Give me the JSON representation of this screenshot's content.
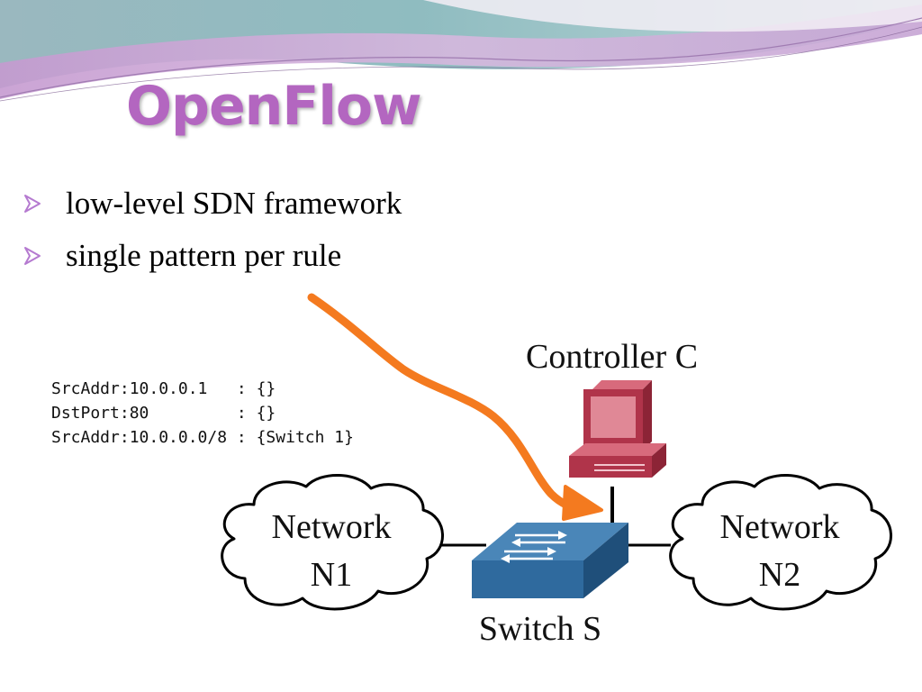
{
  "slide": {
    "title": "OpenFlow",
    "bullets": [
      {
        "text": "low-level SDN framework"
      },
      {
        "text": "single pattern per rule"
      }
    ]
  },
  "rules": [
    {
      "pattern": "SrcAddr:10.0.0.1  ",
      "sep": " : ",
      "action": "{}"
    },
    {
      "pattern": "DstPort:80        ",
      "sep": " : ",
      "action": "{}"
    },
    {
      "pattern": "SrcAddr:10.0.0.0/8",
      "sep": " : ",
      "action": "{Switch 1}"
    }
  ],
  "diagram": {
    "controller_label": "Controller C",
    "switch_label": "Switch S",
    "network_left": {
      "line1": "Network",
      "line2": "N1"
    },
    "network_right": {
      "line1": "Network",
      "line2": "N2"
    }
  },
  "colors": {
    "title": "#b366c0",
    "bullet_arrow": "#b57ad0",
    "arrow": "#f47a1f",
    "switch_top": "#4a86b8",
    "switch_front": "#2f6a9e",
    "computer": "#b0344a",
    "wave_purple": "#c8a6d6",
    "wave_teal": "#8fbcc0"
  },
  "icons": {
    "bullet": "arrowhead-bullet-icon",
    "controller": "desktop-computer-icon",
    "switch": "network-switch-icon",
    "cloud": "cloud-icon"
  }
}
